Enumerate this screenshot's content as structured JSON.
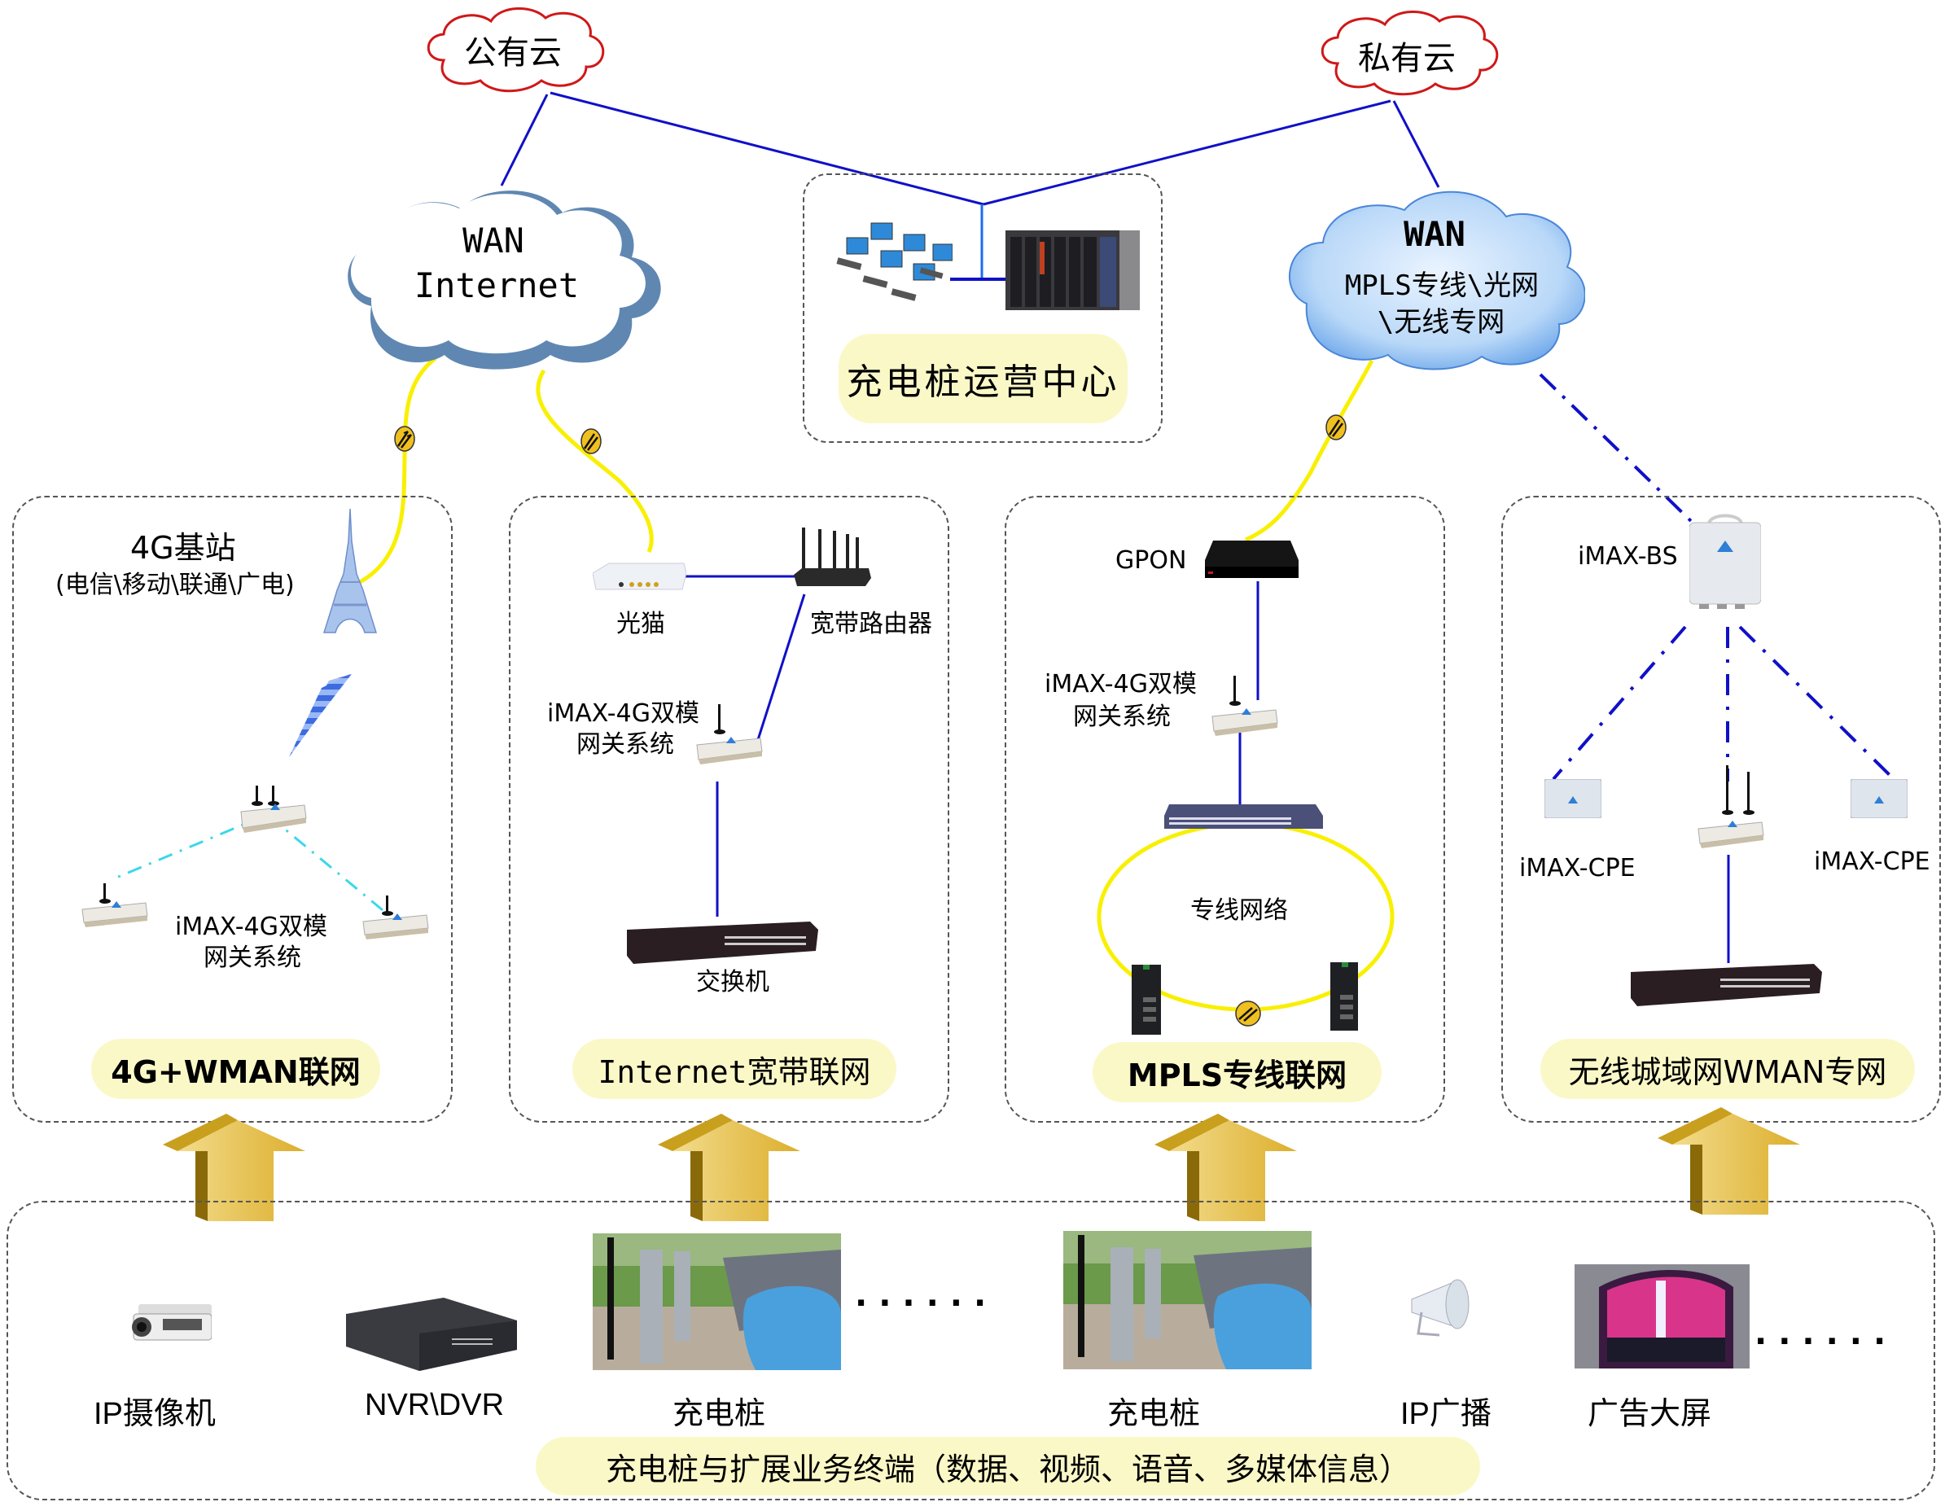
{
  "clouds": {
    "public": "公有云",
    "private": "私有云",
    "wan_internet": {
      "title": "WAN",
      "subtitle": "Internet"
    },
    "wan_private": {
      "title": "WAN",
      "line1": "MPLS专线\\光网",
      "line2": "\\无线专网"
    }
  },
  "ops_center": {
    "label": "充电桩运营中心",
    "icons": [
      "workstations-icon",
      "server-rack-icon"
    ]
  },
  "panels": [
    {
      "title": "4G+WMAN联网",
      "base_station": {
        "title": "4G基站",
        "subtitle": "(电信\\移动\\联通\\广电)"
      },
      "gateway_label": [
        "iMAX-4G双模",
        "网关系统"
      ]
    },
    {
      "title": "Internet宽带联网",
      "modem_label": "光猫",
      "router_label": "宽带路由器",
      "gateway_label": [
        "iMAX-4G双模",
        "网关系统"
      ],
      "switch_label": "交换机"
    },
    {
      "title": "MPLS专线联网",
      "gpon_label": "GPON",
      "gateway_label": [
        "iMAX-4G双模",
        "网关系统"
      ],
      "ring_label": "专线网络"
    },
    {
      "title": "无线城域网WMAN专网",
      "bs_label": "iMAX-BS",
      "cpe_left_label": "iMAX-CPE",
      "cpe_right_label": "iMAX-CPE"
    }
  ],
  "terminals": {
    "items": [
      {
        "label": "IP摄像机",
        "icon": "ip-camera-icon"
      },
      {
        "label": "NVR\\DVR",
        "icon": "nvr-icon"
      },
      {
        "label": "充电桩",
        "icon": "charging-pile-photo"
      },
      {
        "label": "充电桩",
        "icon": "charging-pile-photo"
      },
      {
        "label": "IP广播",
        "icon": "horn-speaker-icon"
      },
      {
        "label": "广告大屏",
        "icon": "led-screen-photo"
      }
    ],
    "ellipsis_1": "······",
    "ellipsis_2": "······",
    "caption": "充电桩与扩展业务终端（数据、视频、语音、多媒体信息）"
  },
  "colors": {
    "link_blue": "#1010c8",
    "fiber_yellow": "#f8f000",
    "wireless_cyan": "#3cd8e8",
    "cloud_red": "#d01818",
    "pill_bg": "#fbf8c8",
    "arrow_gold": "#e2b63a"
  }
}
